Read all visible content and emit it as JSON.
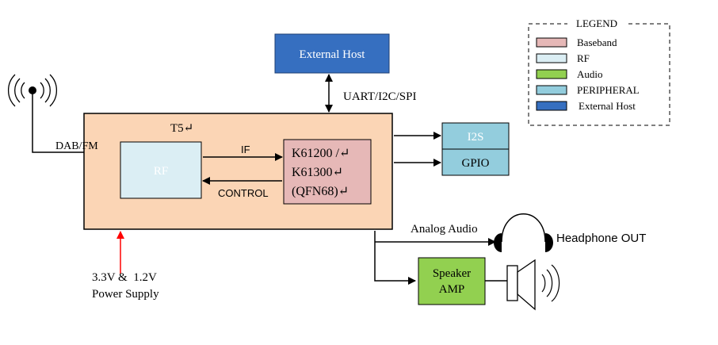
{
  "colors": {
    "baseband": "#e6b8b7",
    "rf": "#dbeef4",
    "audio": "#92d050",
    "peripheral": "#93cddd",
    "external_host": "#366fc0",
    "module": "#fbd5b5",
    "arrow_power": "#ff0000"
  },
  "legend": {
    "title": "LEGEND",
    "items": [
      {
        "label": "Baseband",
        "color_key": "baseband"
      },
      {
        "label": "RF",
        "color_key": "rf"
      },
      {
        "label": "Audio",
        "color_key": "audio"
      },
      {
        "label": "PERIPHERAL",
        "color_key": "peripheral"
      },
      {
        "label": "External Host",
        "color_key": "external_host"
      }
    ]
  },
  "blocks": {
    "external_host": "External Host",
    "module_title": "T5↵",
    "rf": "RF",
    "baseband_line1": "K61200 /↵",
    "baseband_line2": "K61300↵",
    "baseband_line3": "(QFN68)↵",
    "i2s": "I2S",
    "gpio": "GPIO",
    "speaker_amp_line1": "Speaker",
    "speaker_amp_line2": "AMP"
  },
  "labels": {
    "host_bus": "UART/I2C/SPI",
    "antenna_input": "DAB/FM",
    "if_signal": "IF",
    "control_signal": "CONTROL",
    "analog_audio": "Analog Audio",
    "headphone_out": "Headphone OUT",
    "power_line1": "3.3V &  1.2V",
    "power_line2": "Power Supply"
  },
  "icons": {
    "antenna": "antenna-icon",
    "headphone": "headphone-icon",
    "speaker": "speaker-icon"
  }
}
